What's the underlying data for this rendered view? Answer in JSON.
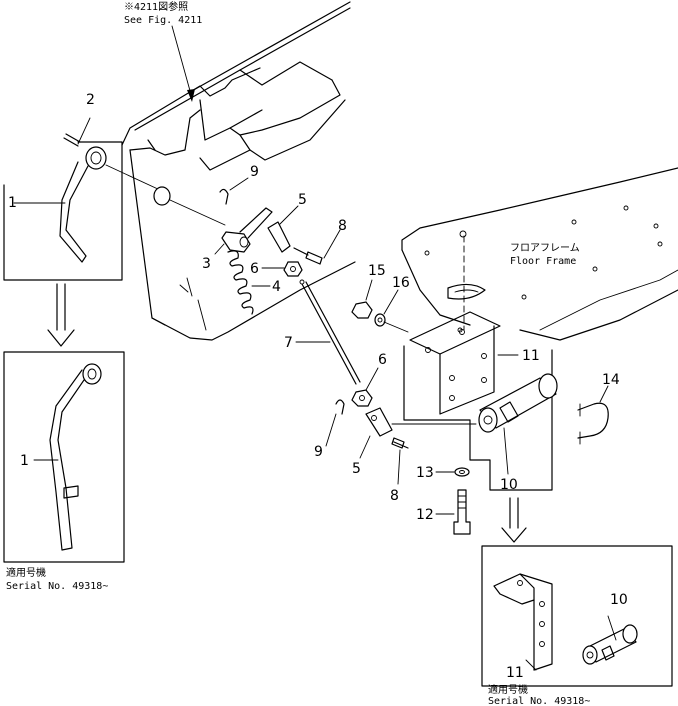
{
  "reference": {
    "jp": "※4211図参照",
    "en": "See Fig. 4211"
  },
  "floor_frame": {
    "jp": "フロアフレーム",
    "en": "Floor Frame"
  },
  "serial_left": {
    "jp": "適用号機",
    "en": "Serial No. 49318~"
  },
  "serial_right": {
    "jp": "適用号機",
    "en": "Serial No. 49318~"
  },
  "callouts": {
    "c1a": "1",
    "c2": "2",
    "c3": "3",
    "c4": "4",
    "c5a": "5",
    "c6a": "6",
    "c7": "7",
    "c8a": "8",
    "c9a": "9",
    "c15": "15",
    "c16": "16",
    "c11a": "11",
    "c6b": "6",
    "c9b": "9",
    "c5b": "5",
    "c8b": "8",
    "c13": "13",
    "c12": "12",
    "c10a": "10",
    "c14": "14",
    "c1b": "1",
    "c10b": "10",
    "c11b": "11"
  }
}
